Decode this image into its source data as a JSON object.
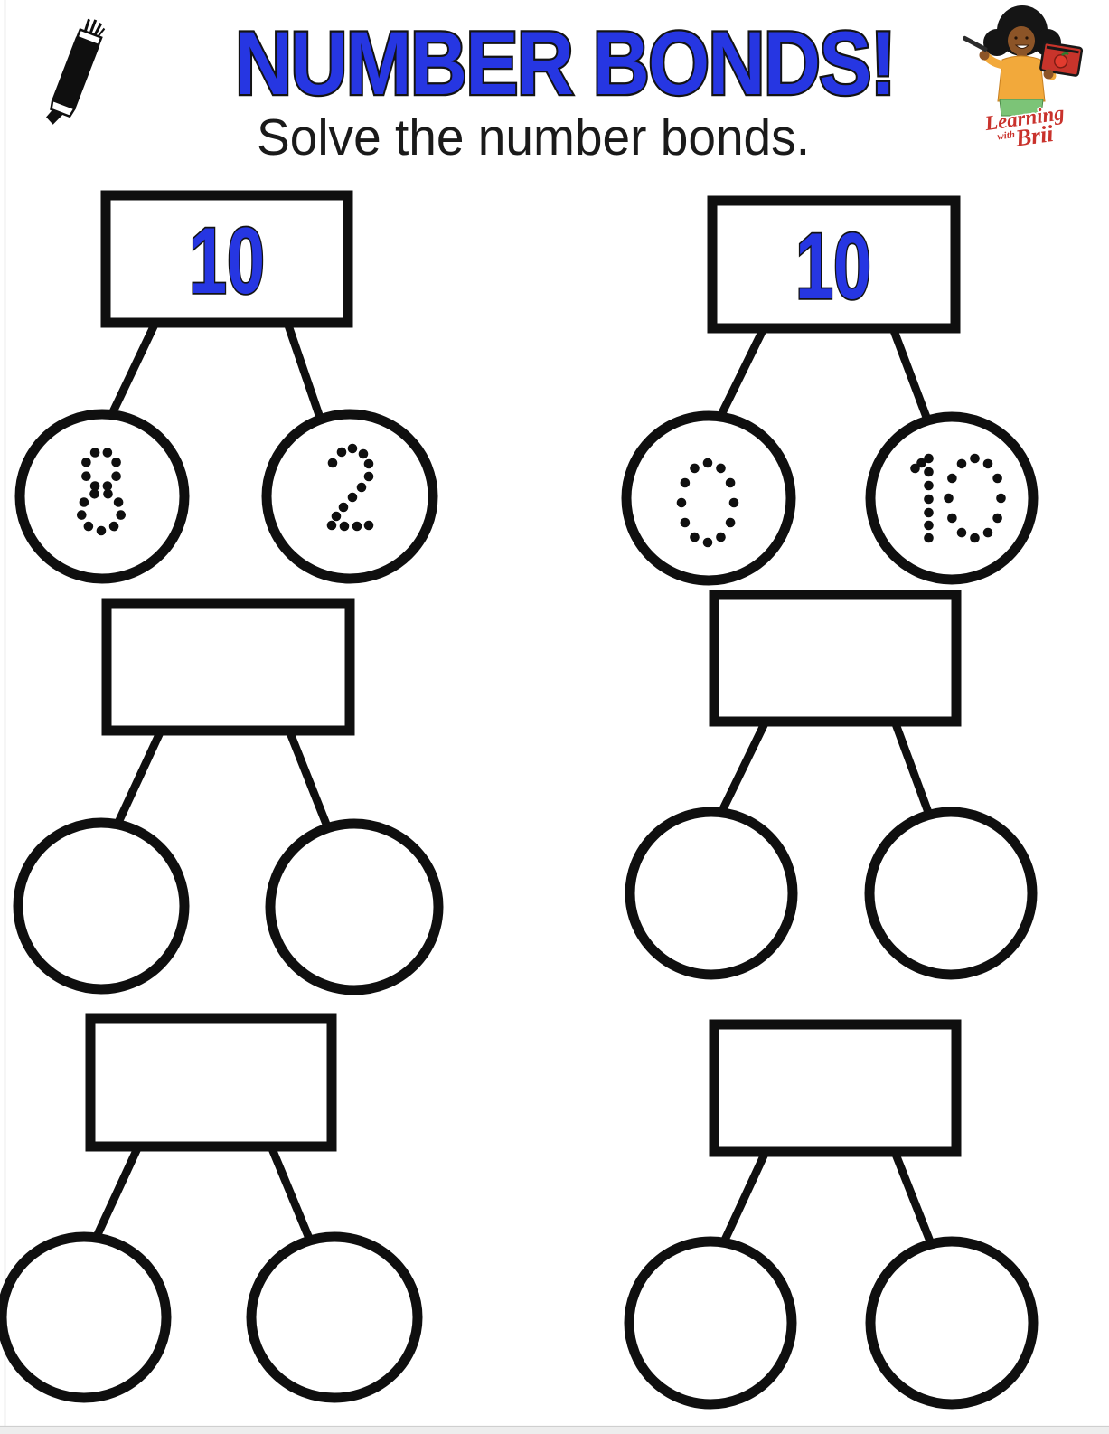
{
  "header": {
    "title": "NUMBER BONDS!",
    "subtitle": "Solve the number bonds."
  },
  "branding": {
    "logo_line1": "Learning",
    "logo_line2": "with",
    "logo_line3": "Brii",
    "logo_text_color": "#C9322C"
  },
  "icons": {
    "top_left": "black-marker-icon",
    "logo_figure": "teacher-holding-pencil-and-notebook"
  },
  "colors": {
    "number_blue": "#2636E2",
    "ink_black": "#0F0F0F"
  },
  "bonds": [
    {
      "position": "top-left",
      "whole": "10",
      "parts": [
        "8",
        "2"
      ],
      "style": "traceable"
    },
    {
      "position": "top-right",
      "whole": "10",
      "parts": [
        "0",
        "10"
      ],
      "style": "traceable"
    },
    {
      "position": "middle-left",
      "whole": "",
      "parts": [
        "",
        ""
      ],
      "style": "blank"
    },
    {
      "position": "middle-right",
      "whole": "",
      "parts": [
        "",
        ""
      ],
      "style": "blank"
    },
    {
      "position": "bottom-left",
      "whole": "",
      "parts": [
        "",
        ""
      ],
      "style": "blank"
    },
    {
      "position": "bottom-right",
      "whole": "",
      "parts": [
        "",
        ""
      ],
      "style": "blank"
    }
  ]
}
